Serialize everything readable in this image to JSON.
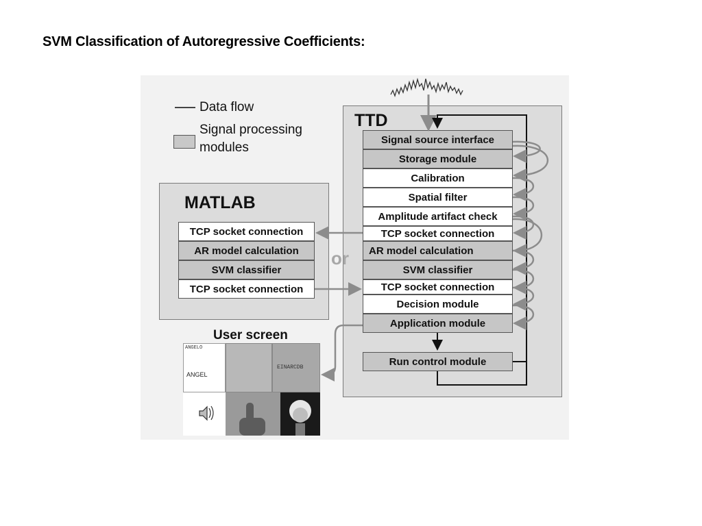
{
  "slide": {
    "title": "SVM Classification of Autoregressive Coefficients:"
  },
  "legend": {
    "data_flow": "Data flow",
    "signal_processing_line1": "Signal processing",
    "signal_processing_line2": "modules"
  },
  "ttd": {
    "title": "TTD",
    "modules": [
      {
        "label": "Signal source interface",
        "fill": "grey"
      },
      {
        "label": "Storage module",
        "fill": "grey"
      },
      {
        "label": "Calibration",
        "fill": "white"
      },
      {
        "label": "Spatial filter",
        "fill": "white"
      },
      {
        "label": "Amplitude artifact check",
        "fill": "white"
      },
      {
        "label": "TCP socket connection",
        "fill": "white"
      },
      {
        "label": "AR model calculation",
        "fill": "grey"
      },
      {
        "label": "SVM classifier",
        "fill": "grey"
      },
      {
        "label": "TCP socket connection",
        "fill": "white"
      },
      {
        "label": "Decision module",
        "fill": "white"
      },
      {
        "label": "Application module",
        "fill": "grey"
      }
    ],
    "run_control": "Run control module"
  },
  "matlab": {
    "title": "MATLAB",
    "modules": [
      {
        "label": "TCP socket connection",
        "fill": "white"
      },
      {
        "label": "AR model calculation",
        "fill": "grey"
      },
      {
        "label": "SVM classifier",
        "fill": "grey"
      },
      {
        "label": "TCP socket connection",
        "fill": "white"
      }
    ]
  },
  "or_label": "or",
  "user_screen": {
    "title": "User screen",
    "word_small": "ANGELO",
    "word_typed": "ANGEL",
    "letters": "EINARCDB"
  },
  "icons": [
    "eeg-signal-icon",
    "speaker-icon",
    "pointing-hand-image",
    "portrait-image"
  ],
  "colors": {
    "figure_background": "#f2f2f2",
    "panel_background": "#dcdcdc",
    "module_grey": "#c6c6c6",
    "module_white": "#ffffff",
    "arrow_grey": "#8c8c8c",
    "arrow_black": "#111111"
  }
}
